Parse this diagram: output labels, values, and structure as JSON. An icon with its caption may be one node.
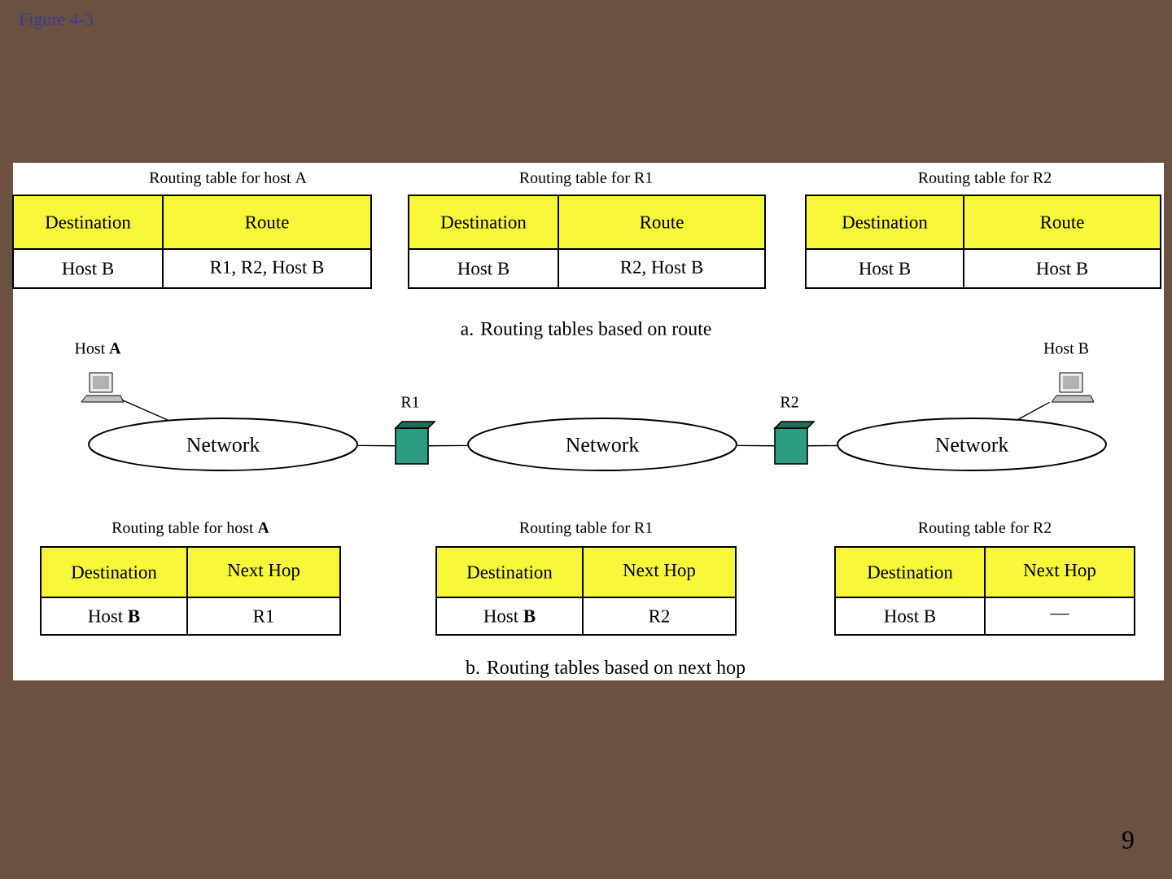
{
  "diagram": {
    "title": "Figure 4-3",
    "nodes": [
      {
        "text": [
          "Host **A**"
        ]
      },
      {
        "text": [
          "Network"
        ]
      },
      {
        "text": [
          "R1"
        ]
      },
      {
        "text": [
          "Network"
        ]
      },
      {
        "text": [
          "R2"
        ]
      },
      {
        "text": [
          "Network"
        ]
      },
      {
        "text": [
          "Host B"
        ]
      }
    ],
    "edges": [
      {
        "from": 0,
        "to": 1,
        "arrow": "none"
      },
      {
        "from": 1,
        "to": 2,
        "arrow": "none"
      },
      {
        "from": 2,
        "to": 3,
        "arrow": "none"
      },
      {
        "from": 3,
        "to": 4,
        "arrow": "none"
      },
      {
        "from": 4,
        "to": 5,
        "arrow": "none"
      },
      {
        "from": 5,
        "to": 6,
        "arrow": "none"
      }
    ],
    "labels": [
      "Routing table for host A",
      "Routing table for R1",
      "Routing table for R2",
      "Destination",
      "Route",
      "Host B",
      "R1, R2, Host B",
      "Destination",
      "Route",
      "Host B",
      "R2, Host B",
      "Destination",
      "Route",
      "Host B",
      "Host B",
      "a. Routing tables based on route",
      "Routing table for host **A**",
      "Routing table for R1",
      "Routing table for R2",
      "Destination",
      "Next Hop",
      "Host **B**",
      "R1",
      "Destination",
      "Next Hop",
      "Host **B**",
      "R2",
      "Destination",
      "Next Hop",
      "Host B",
      "—",
      "b. Routing tables based on next hop",
      "9"
    ]
  }
}
